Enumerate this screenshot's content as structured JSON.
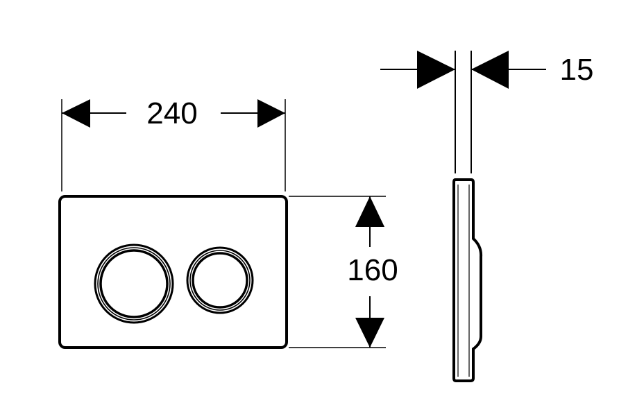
{
  "dimensions": {
    "width": "240",
    "height": "160",
    "depth": "15"
  },
  "colors": {
    "line": "#000000",
    "background": "#ffffff"
  }
}
